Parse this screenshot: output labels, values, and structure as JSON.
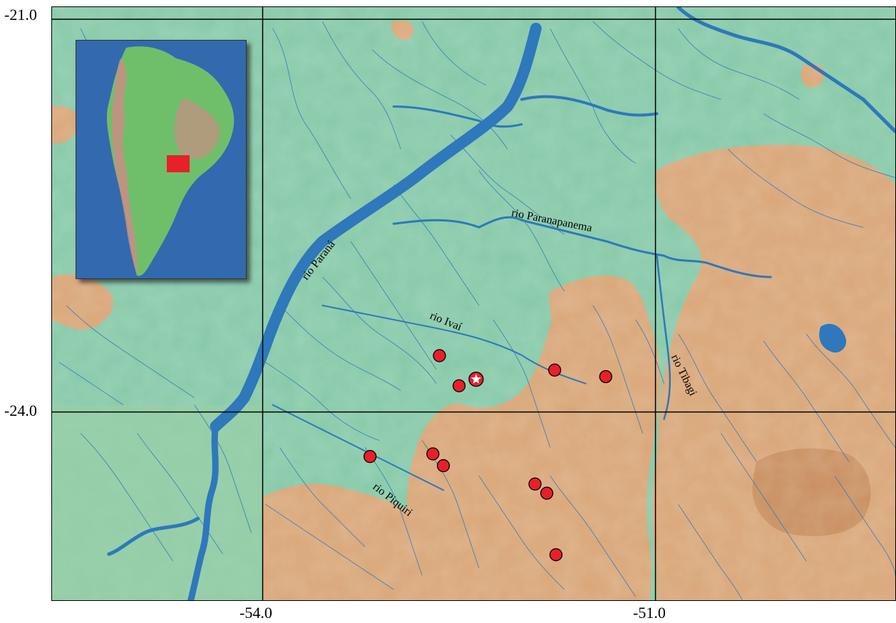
{
  "axes": {
    "y_labels": [
      "-21.0",
      "-24.0"
    ],
    "x_labels": [
      "-54.0",
      "-51.0"
    ]
  },
  "rivers": {
    "parana": "rio Paraná",
    "paranapanema": "rio Paranapanema",
    "ivai": "rio Ivaí",
    "tibagi": "rio Tibagi",
    "piquiri": "rio Piquiri"
  },
  "colors": {
    "lowland": "#86c9a8",
    "upland": "#d9a678",
    "water": "#2e78bb",
    "marker": "#e8202a",
    "inset_ocean": "#2d5fa6",
    "inset_land": "#6fbf6a",
    "inset_highland": "#c98d84",
    "inset_highlight": "#e8202a"
  },
  "icons": {
    "locality_marker": "red-circle-icon",
    "type_locality": "white-star-icon"
  },
  "localities": [
    {
      "lon": -52.65,
      "lat": -23.57
    },
    {
      "lon": -52.5,
      "lat": -23.8
    },
    {
      "lon": -51.77,
      "lat": -23.68
    },
    {
      "lon": -51.38,
      "lat": -23.73
    },
    {
      "lon": -53.18,
      "lat": -24.34
    },
    {
      "lon": -52.7,
      "lat": -24.32
    },
    {
      "lon": -52.62,
      "lat": -24.41
    },
    {
      "lon": -51.92,
      "lat": -24.55
    },
    {
      "lon": -51.83,
      "lat": -24.62
    },
    {
      "lon": -51.76,
      "lat": -25.09
    }
  ],
  "type_locality": {
    "lon": -52.37,
    "lat": -23.75
  }
}
